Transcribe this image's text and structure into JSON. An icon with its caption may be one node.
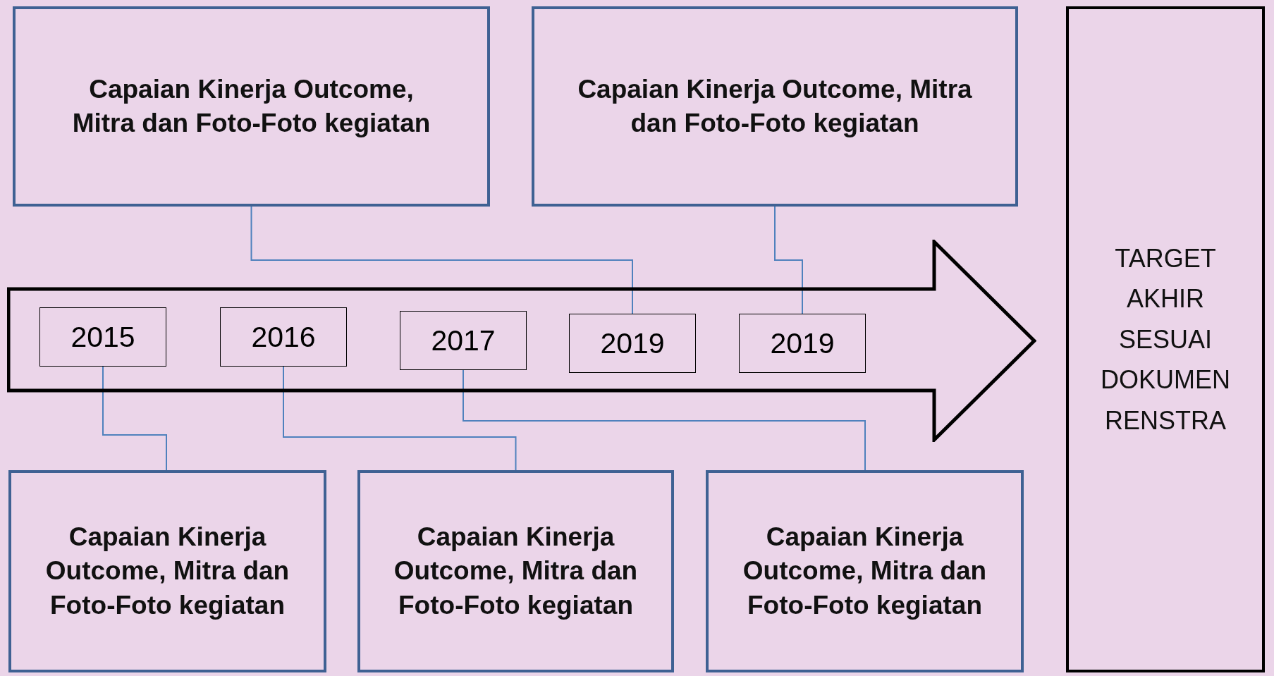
{
  "diagram": {
    "nodes": [
      {
        "text": [
          "Capaian Kinerja Outcome, Mitra dan Foto-Foto kegiatan"
        ]
      },
      {
        "text": [
          "Capaian Kinerja Outcome, Mitra dan Foto-Foto kegiatan"
        ]
      },
      {
        "text": [
          "TARGET AKHIR SESUAI DOKUMEN RENSTRA"
        ]
      },
      {
        "text": [],
        "shape": "arrow"
      },
      {
        "text": [
          "2015"
        ],
        "in": 3
      },
      {
        "text": [
          "2016"
        ],
        "in": 3
      },
      {
        "text": [
          "2017"
        ],
        "in": 3
      },
      {
        "text": [
          "2019"
        ],
        "in": 3
      },
      {
        "text": [
          "2019"
        ],
        "in": 3
      },
      {
        "text": [
          "Capaian Kinerja Outcome, Mitra dan Foto-Foto kegiatan"
        ]
      },
      {
        "text": [
          "Capaian Kinerja Outcome, Mitra dan Foto-Foto kegiatan"
        ]
      },
      {
        "text": [
          "Capaian Kinerja Outcome, Mitra dan Foto-Foto kegiatan"
        ]
      }
    ],
    "edges": [
      {
        "from": 0,
        "to": 7,
        "arrow": "none"
      },
      {
        "from": 1,
        "to": 8,
        "arrow": "none"
      },
      {
        "from": 4,
        "to": 9,
        "arrow": "none"
      },
      {
        "from": 5,
        "to": 10,
        "arrow": "none"
      },
      {
        "from": 6,
        "to": 11,
        "arrow": "none"
      }
    ]
  }
}
